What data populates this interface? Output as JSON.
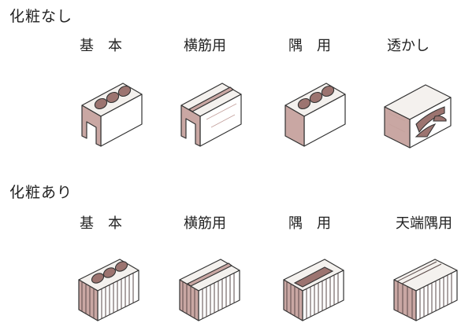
{
  "sections": [
    {
      "heading": "化粧なし",
      "items": [
        {
          "label": "基　本",
          "variant": "plain-basic"
        },
        {
          "label": "横筋用",
          "variant": "plain-horizontal"
        },
        {
          "label": "隅　用",
          "variant": "plain-corner"
        },
        {
          "label": "透かし",
          "variant": "plain-openwork"
        }
      ]
    },
    {
      "heading": "化粧あり",
      "items": [
        {
          "label": "基　本",
          "variant": "faced-basic"
        },
        {
          "label": "横筋用",
          "variant": "faced-horizontal"
        },
        {
          "label": "隅　用",
          "variant": "faced-corner"
        },
        {
          "label": "天端隅用",
          "variant": "faced-top-corner"
        }
      ]
    }
  ],
  "colors": {
    "block_end": "#c9a7a3",
    "block_hole": "#9c7470",
    "block_top": "#f4f1ee"
  }
}
